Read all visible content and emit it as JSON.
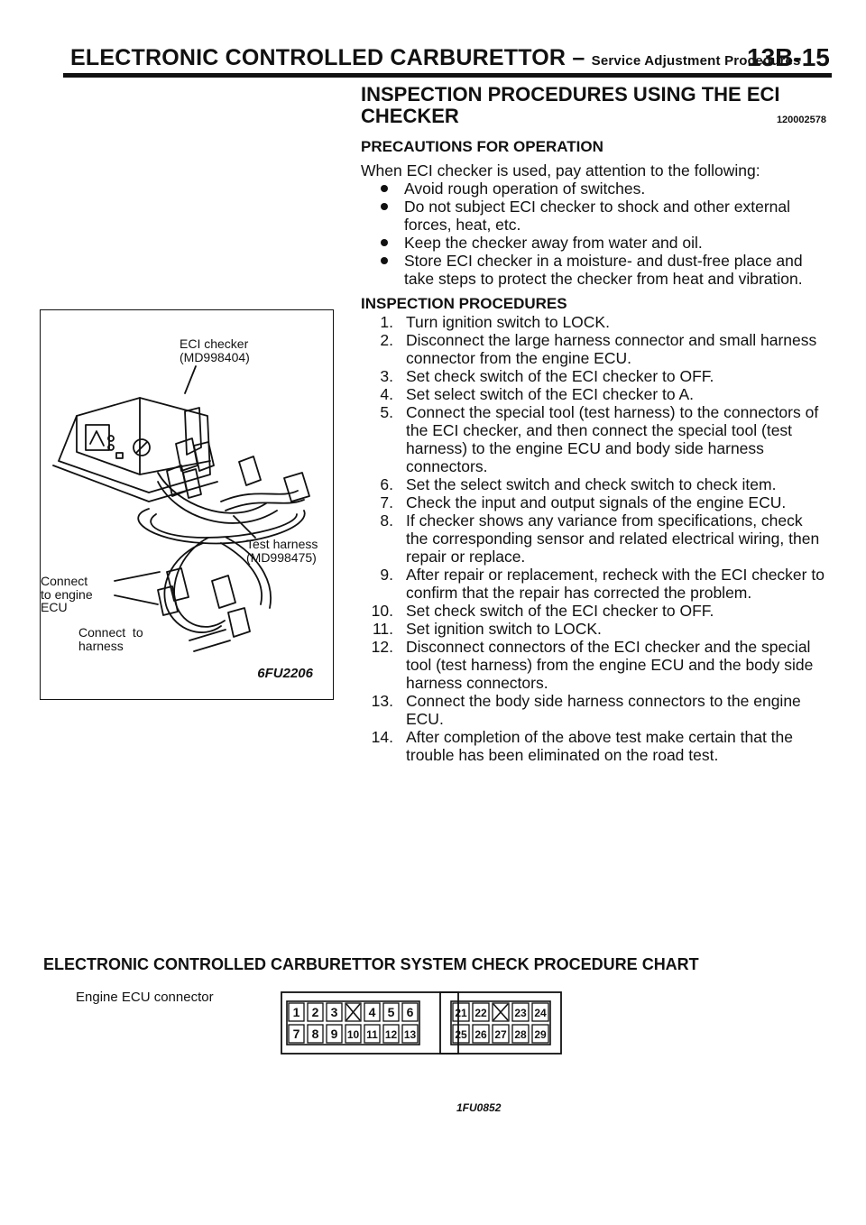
{
  "header": {
    "title_main": "ELECTRONIC CONTROLLED CARBURETTOR",
    "title_dash": "–",
    "title_sub": "Service Adjustment Procedures",
    "page": "13B-15"
  },
  "section": {
    "title_line1": "INSPECTION PROCEDURES USING THE ECI",
    "title_line2": "CHECKER",
    "code": "120002578"
  },
  "precautions": {
    "heading": "PRECAUTIONS FOR OPERATION",
    "intro": "When ECI checker is used, pay attention to the following:",
    "bullets": [
      "Avoid rough operation of switches.",
      "Do not subject ECI checker to shock and other external forces, heat, etc.",
      "Keep the checker away from water and oil.",
      "Store ECI checker in a moisture- and dust-free place and take steps to protect the checker from heat and vibration."
    ]
  },
  "procedures": {
    "heading": "INSPECTION PROCEDURES",
    "steps": [
      {
        "n": "1.",
        "text": "Turn ignition switch to LOCK."
      },
      {
        "n": "2.",
        "text": "Disconnect the large harness connector and small harness connector from the engine ECU."
      },
      {
        "n": "3.",
        "text": "Set check switch of the ECI checker to OFF."
      },
      {
        "n": "4.",
        "text": "Set select switch of the ECI checker to A."
      },
      {
        "n": "5.",
        "text": "Connect the special tool (test harness) to the connectors of the ECI checker, and then connect the special tool (test harness) to the engine ECU and body side harness connectors."
      },
      {
        "n": "6.",
        "text": "Set the select switch and check switch to check item."
      },
      {
        "n": "7.",
        "text": "Check the input and output signals of the engine ECU."
      },
      {
        "n": "8.",
        "text": "If checker shows any variance from specifications, check the corresponding sensor and related electrical wiring, then repair or replace."
      },
      {
        "n": "9.",
        "text": "After repair or replacement, recheck with the ECI checker to confirm that the repair has corrected the problem."
      },
      {
        "n": "10.",
        "text": "Set check switch of the ECI checker to OFF."
      },
      {
        "n": "11.",
        "text": "Set ignition switch to LOCK."
      },
      {
        "n": "12.",
        "text": "Disconnect connectors of the ECI checker and the special tool (test harness) from the engine ECU and the body side harness connectors."
      },
      {
        "n": "13.",
        "text": "Connect the body side harness connectors to the engine ECU."
      },
      {
        "n": "14.",
        "text": "After completion of the above test make certain that the trouble has been eliminated on the road test."
      }
    ]
  },
  "figure": {
    "checker_label_1": "ECI checker",
    "checker_label_2": "(MD998404)",
    "harness_label_1": "Test harness",
    "harness_label_2": "(MD998475)",
    "ecu_label_1": "Connect",
    "ecu_label_2": "to engine",
    "ecu_label_3": "ECU",
    "harness_conn_1": "Connect  to",
    "harness_conn_2": "harness",
    "code": "6FU2206"
  },
  "chart": {
    "title": "ELECTRONIC CONTROLLED CARBURETTOR SYSTEM CHECK PROCEDURE CHART",
    "connector_label": "Engine ECU connector",
    "left_connector": {
      "top_row": [
        "1",
        "2",
        "3",
        "X",
        "4",
        "5",
        "6"
      ],
      "bottom_row": [
        "7",
        "8",
        "9",
        "10",
        "11",
        "12",
        "13"
      ]
    },
    "right_connector": {
      "top_row": [
        "21",
        "22",
        "X",
        "23",
        "24"
      ],
      "bottom_row": [
        "25",
        "26",
        "27",
        "28",
        "29"
      ]
    },
    "code": "1FU0852"
  }
}
